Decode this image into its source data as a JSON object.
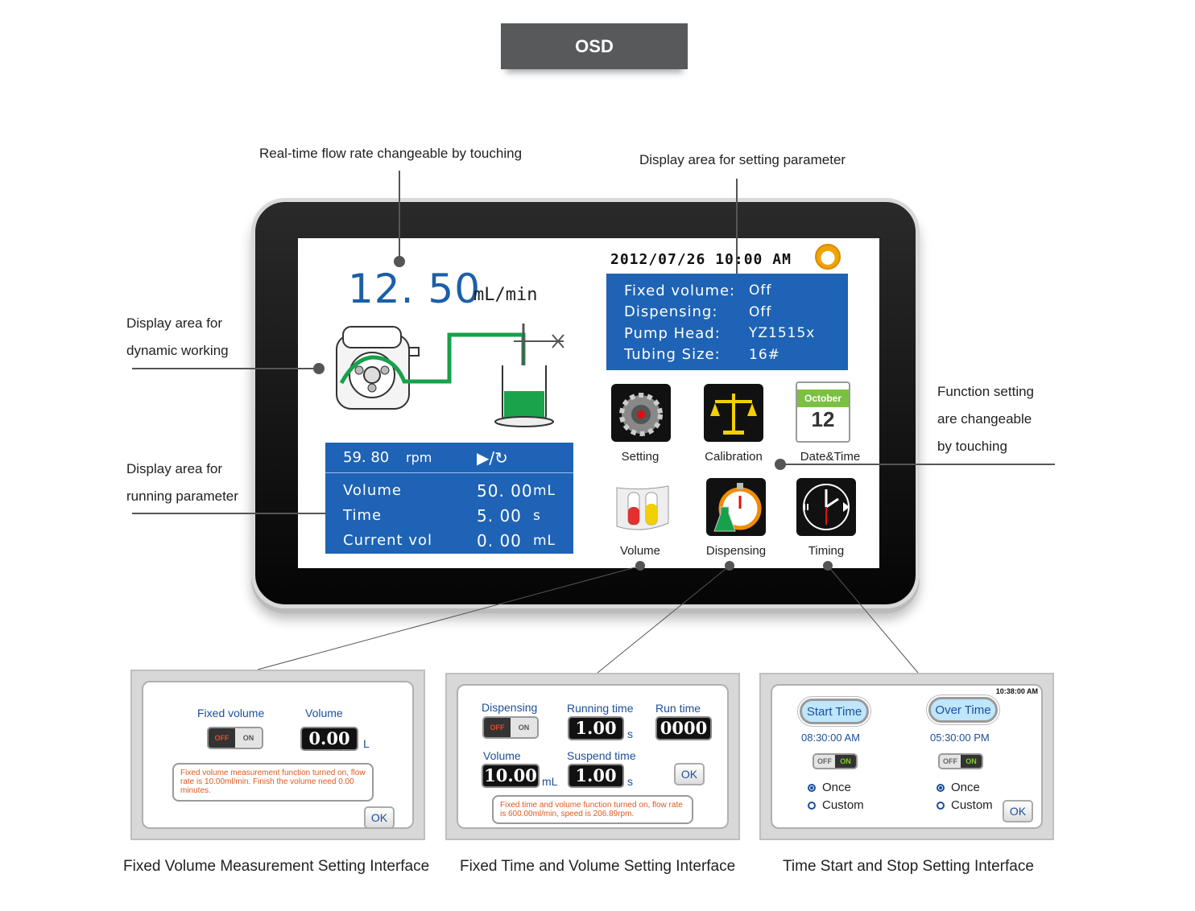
{
  "badge": "OSD",
  "callouts": {
    "flow_rate": "Real-time flow rate changeable by touching",
    "setting_param": "Display area for setting parameter",
    "dynamic_1": "Display area for",
    "dynamic_2": "dynamic working",
    "running_1": "Display area for",
    "running_2": "running parameter",
    "function_1": "Function setting",
    "function_2": "are changeable",
    "function_3": "by touching"
  },
  "screen": {
    "flow_value": "12. 50",
    "flow_unit": "mL/min",
    "datetime": "2012/07/26 10:00 AM",
    "params": [
      {
        "key": "Fixed volume:",
        "value": "Off"
      },
      {
        "key": "Dispensing:",
        "value": "Off"
      },
      {
        "key": "Pump Head:",
        "value": "YZ1515x"
      },
      {
        "key": "Tubing Size:",
        "value": "16#"
      }
    ],
    "run": {
      "rpm": "59. 80",
      "rpm_unit": "rpm",
      "controls": "▶/↻",
      "rows": [
        {
          "key": "Volume",
          "value": "50. 00",
          "unit": "mL"
        },
        {
          "key": "Time",
          "value": "5. 00",
          "unit": "s"
        },
        {
          "key": "Current vol",
          "value": "0. 00",
          "unit": "mL"
        }
      ]
    },
    "functions": {
      "setting": "Setting",
      "calibration": "Calibration",
      "datetime": "Date&Time",
      "calendar_month": "October",
      "calendar_day": "12",
      "volume": "Volume",
      "dispensing": "Dispensing",
      "timing": "Timing"
    }
  },
  "fixed_volume_panel": {
    "label_fixed": "Fixed volume",
    "label_volume": "Volume",
    "toggle_off": "OFF",
    "toggle_on": "ON",
    "value": "0.00",
    "unit": "L",
    "message": "Fixed volume measurement function turned on, flow rate is 10.00ml/min. Finish the volume need 0.00 minutes.",
    "ok": "OK",
    "caption": "Fixed Volume Measurement Setting Interface"
  },
  "fixed_time_panel": {
    "label_dispensing": "Dispensing",
    "label_running": "Running time",
    "label_run": "Run time",
    "label_volume": "Volume",
    "label_suspend": "Suspend time",
    "toggle_off": "OFF",
    "toggle_on": "ON",
    "running_value": "1.00",
    "running_unit": "s",
    "run_value": "0000",
    "volume_value": "10.00",
    "volume_unit": "mL",
    "suspend_value": "1.00",
    "suspend_unit": "s",
    "message": "Fixed time and volume function turned on, flow rate is 600.00ml/min, speed is 206.89rpm.",
    "ok": "OK",
    "caption": "Fixed Time and Volume Setting Interface"
  },
  "time_panel": {
    "clock": "10:38:00 AM",
    "start_label": "Start Time",
    "over_label": "Over Time",
    "start_time": "08:30:00 AM",
    "over_time": "05:30:00 PM",
    "toggle_off": "OFF",
    "toggle_on": "ON",
    "once": "Once",
    "custom": "Custom",
    "ok": "OK",
    "caption": "Time Start and Stop Setting Interface"
  }
}
